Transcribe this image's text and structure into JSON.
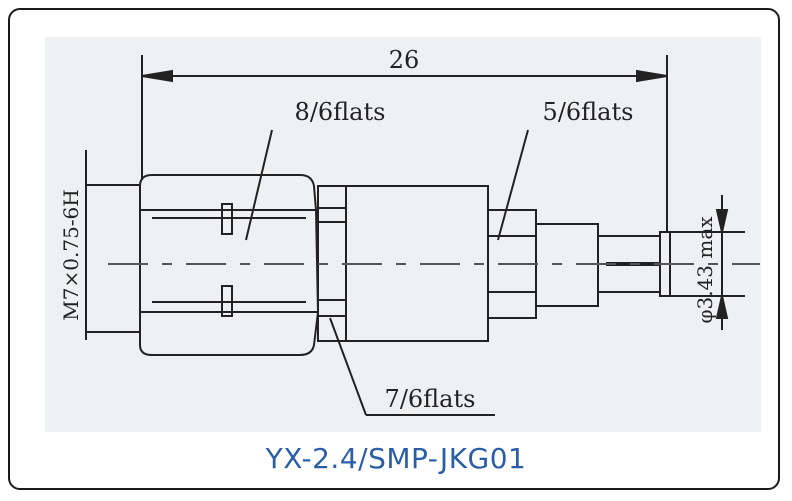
{
  "drawing": {
    "overall_length": "26",
    "hex_left_label": "8/6flats",
    "hex_right_label": "5/6flats",
    "hex_mid_label": "7/6flats",
    "thread_label": "M7×0.75-6H",
    "pin_dia_label": "φ3.43 max"
  },
  "caption": "YX-2.4/SMP-JKG01",
  "colors": {
    "line": "#222222",
    "caption": "#2a5ea8",
    "panel": "#eef0f1"
  }
}
